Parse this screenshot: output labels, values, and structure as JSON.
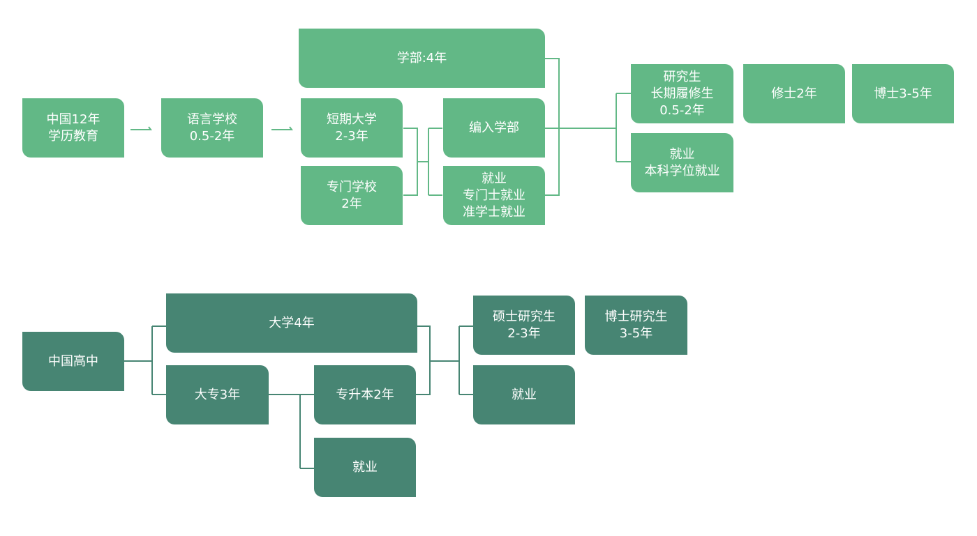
{
  "colors": {
    "light_box": "#62b886",
    "dark_box": "#478573",
    "background": "#ffffff"
  },
  "japan_path": {
    "china_12_years": [
      "中国12年",
      "学历教育"
    ],
    "language_school": [
      "语言学校",
      "0.5-2年"
    ],
    "undergrad_4": [
      "学部:4年"
    ],
    "junior_college": [
      "短期大学",
      "2-3年"
    ],
    "vocational_school": [
      "专门学校",
      "2年"
    ],
    "transfer_undergrad": [
      "编入学部"
    ],
    "employment_associate": [
      "就业",
      "专门士就业",
      "准学士就业"
    ],
    "research_student": [
      "研究生",
      "长期履修生",
      "0.5-2年"
    ],
    "employment_bachelor": [
      "就业",
      "本科学位就业"
    ],
    "master_2": [
      "修士2年"
    ],
    "doctor_3_5": [
      "博士3-5年"
    ]
  },
  "china_path": {
    "high_school": [
      "中国高中"
    ],
    "university_4": [
      "大学4年"
    ],
    "college_3": [
      "大专3年"
    ],
    "upgrade_2": [
      "专升本2年"
    ],
    "employment_after_college": [
      "就业"
    ],
    "master_grad": [
      "硕士研究生",
      "2-3年"
    ],
    "doctor_grad": [
      "博士研究生",
      "3-5年"
    ],
    "employment_after_bachelor": [
      "就业"
    ]
  }
}
